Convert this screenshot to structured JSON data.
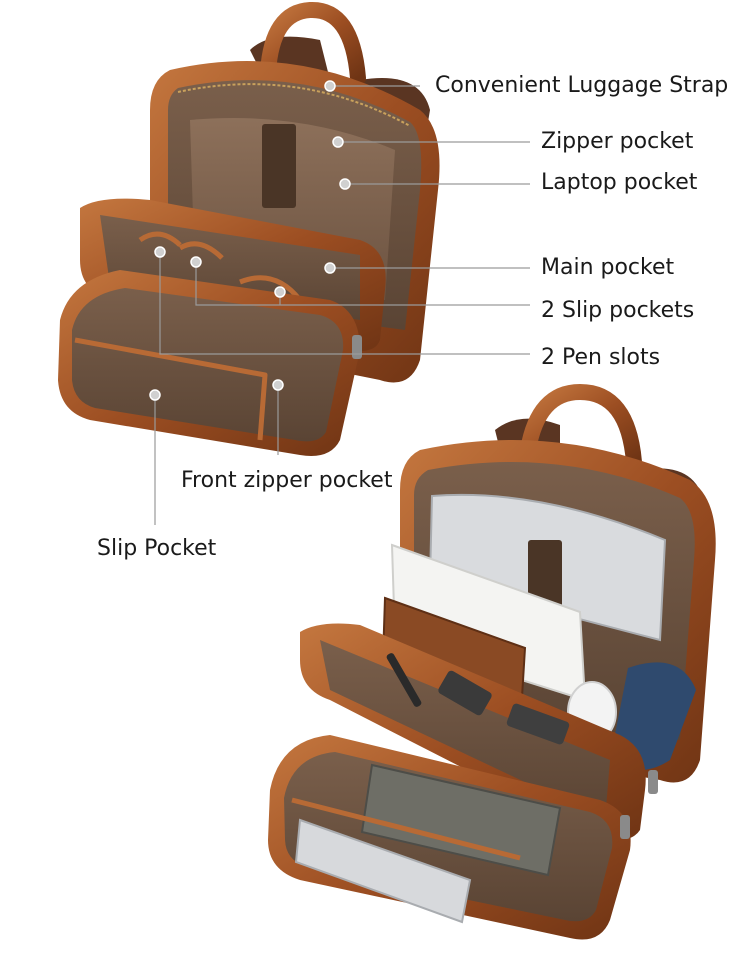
{
  "callouts": {
    "luggage_strap": "Convenient Luggage Strap",
    "zipper_pocket": "Zipper pocket",
    "laptop_pocket": "Laptop pocket",
    "main_pocket": "Main pocket",
    "slip_pockets_2": "2 Slip pockets",
    "pen_slots_2": "2 Pen slots",
    "front_zipper_pocket": "Front zipper pocket",
    "slip_pocket": "Slip Pocket"
  },
  "colors": {
    "leather": "#9c4e22",
    "leather_light": "#c07040",
    "lining": "#6e5442",
    "lining_dark": "#4f3a2d",
    "callout_line": "#9a9a9a",
    "callout_dot": "#c8c8c8"
  }
}
